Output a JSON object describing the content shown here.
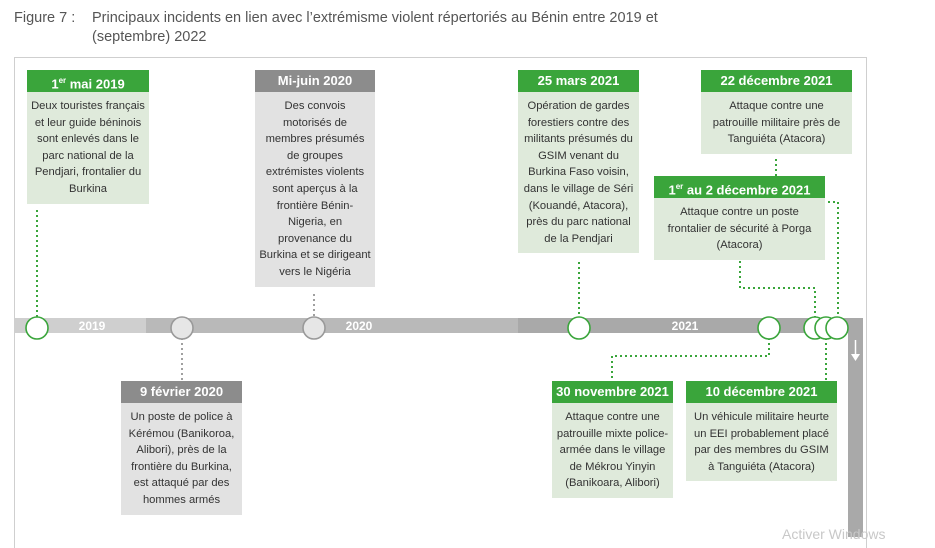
{
  "figure": {
    "label": "Figure 7 :",
    "title_line1": "Principaux incidents en lien avec l’extrémisme violent répertoriés au Bénin entre 2019 et",
    "title_line2": "(septembre) 2022"
  },
  "timeline": {
    "years": [
      "2019",
      "2020",
      "2021"
    ]
  },
  "events": [
    {
      "date_prefix": "1",
      "date_sup": "er",
      "date_suffix": " mai 2019",
      "text": "Deux touristes français et leur guide béninois sont enlevés dans le parc national de la Pendjari, frontalier du Burkina"
    },
    {
      "date": "Mi-juin 2020",
      "text": "Des convois motorisés de membres présumés de groupes extrémistes violents sont aperçus à la frontière Bénin-Nigeria, en provenance du Burkina et se dirigeant vers le Nigéria"
    },
    {
      "date": "25 mars 2021",
      "text": "Opération de gardes forestiers contre des militants présumés du GSIM venant du Burkina Faso voisin, dans le village de Séri (Kouandé, Atacora), près du parc national de la Pendjari"
    },
    {
      "date": "22 décembre 2021",
      "text": "Attaque contre une patrouille militaire près de Tanguiéta (Atacora)"
    },
    {
      "date_prefix": "1",
      "date_sup": "er",
      "date_suffix": " au 2 décembre 2021",
      "text": "Attaque contre un poste frontalier de sécurité à Porga (Atacora)"
    },
    {
      "date": "9 février 2020",
      "text": "Un poste de police à Kérémou (Banikoroa, Alibori), près de la frontière du Burkina, est attaqué par des hommes armés"
    },
    {
      "date": "30 novembre 2021",
      "text": "Attaque contre une patrouille mixte police-armée dans le village de Mékrou Yinyin (Banikoara, Alibori)"
    },
    {
      "date": "10 décembre 2021",
      "text": "Un véhicule militaire heurte un EEI probablement placé par des membres du GSIM à Tanguiéta (Atacora)"
    }
  ],
  "colors": {
    "green": "#3aa53b",
    "grey": "#8c8c8c"
  },
  "watermark": "Activer Windows"
}
